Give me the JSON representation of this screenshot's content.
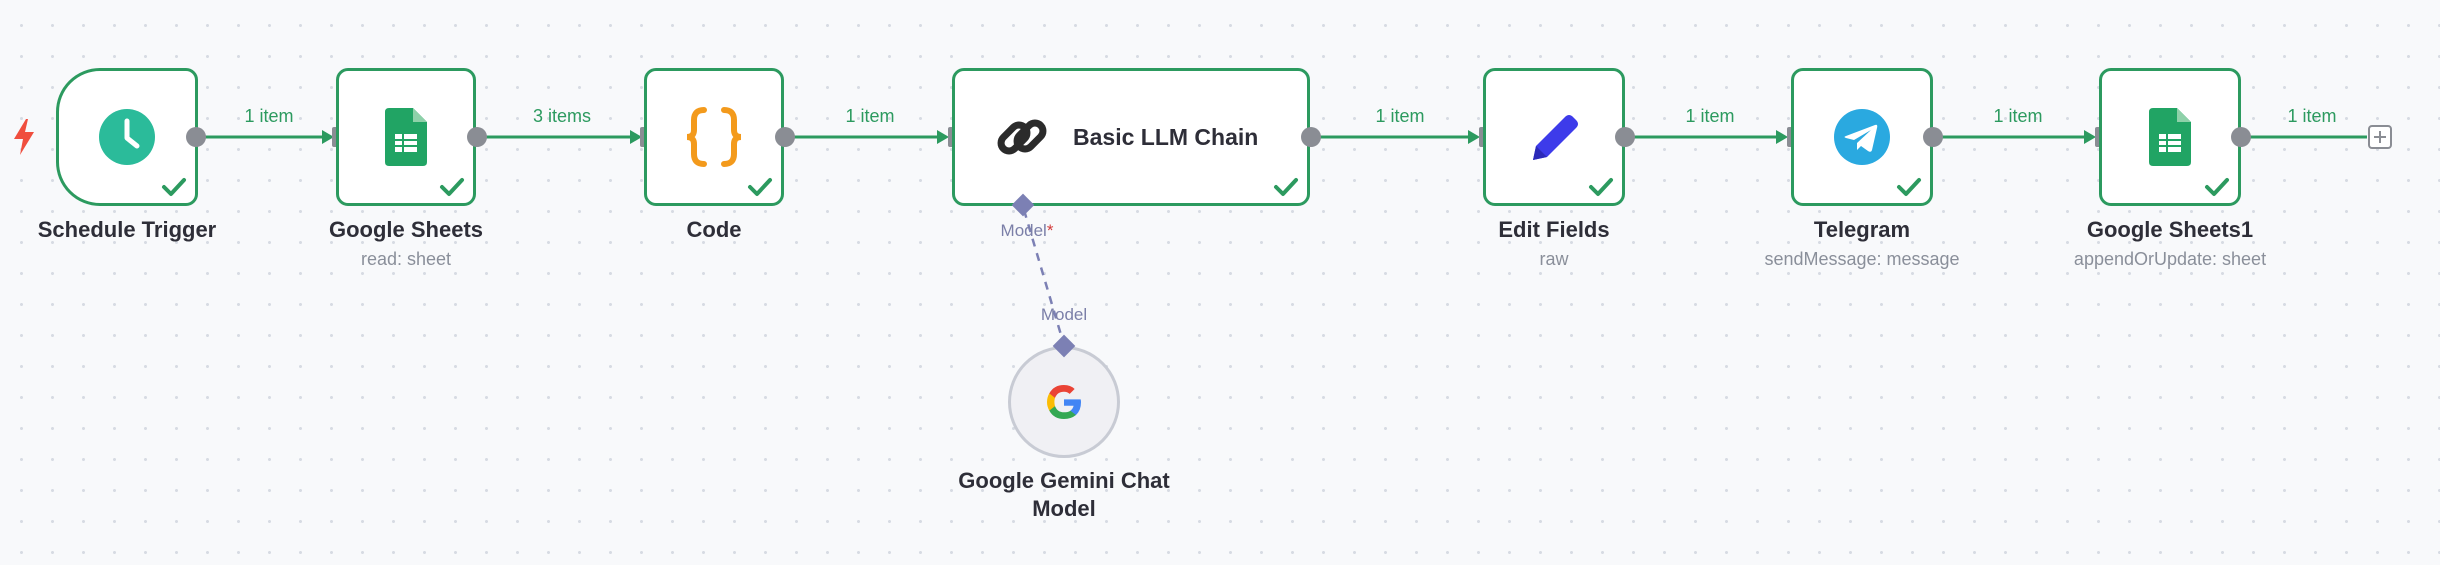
{
  "workflow": {
    "nodes": {
      "schedule_trigger": {
        "title": "Schedule Trigger",
        "icon": "clock-icon"
      },
      "google_sheets": {
        "title": "Google Sheets",
        "subtitle": "read: sheet",
        "icon": "google-sheets-icon"
      },
      "code": {
        "title": "Code",
        "icon": "code-braces-icon"
      },
      "llm_chain": {
        "title": "Basic LLM Chain",
        "icon": "chain-link-icon"
      },
      "edit_fields": {
        "title": "Edit Fields",
        "subtitle": "raw",
        "icon": "pencil-icon"
      },
      "telegram": {
        "title": "Telegram",
        "subtitle": "sendMessage: message",
        "icon": "telegram-icon"
      },
      "google_sheets1": {
        "title": "Google Sheets1",
        "subtitle": "appendOrUpdate: sheet",
        "icon": "google-sheets-icon"
      },
      "gemini": {
        "title": "Google Gemini Chat Model",
        "icon": "google-g-icon"
      }
    },
    "edges": [
      {
        "from": "schedule_trigger",
        "to": "google_sheets",
        "label": "1 item"
      },
      {
        "from": "google_sheets",
        "to": "code",
        "label": "3 items"
      },
      {
        "from": "code",
        "to": "llm_chain",
        "label": "1 item"
      },
      {
        "from": "llm_chain",
        "to": "edit_fields",
        "label": "1 item"
      },
      {
        "from": "edit_fields",
        "to": "telegram",
        "label": "1 item"
      },
      {
        "from": "telegram",
        "to": "google_sheets1",
        "label": "1 item"
      },
      {
        "from": "google_sheets1",
        "to": "",
        "label": "1 item"
      }
    ],
    "ports": {
      "llm_model_label": "Model",
      "llm_model_required": "*",
      "gemini_model_label": "Model"
    }
  },
  "colors": {
    "success": "#2c9a5f",
    "port": "#8a8d94",
    "ai_port": "#7c80b4",
    "trigger_bolt": "#f04e3e",
    "text": "#2e2e38",
    "subtext": "#8a8f9a"
  }
}
